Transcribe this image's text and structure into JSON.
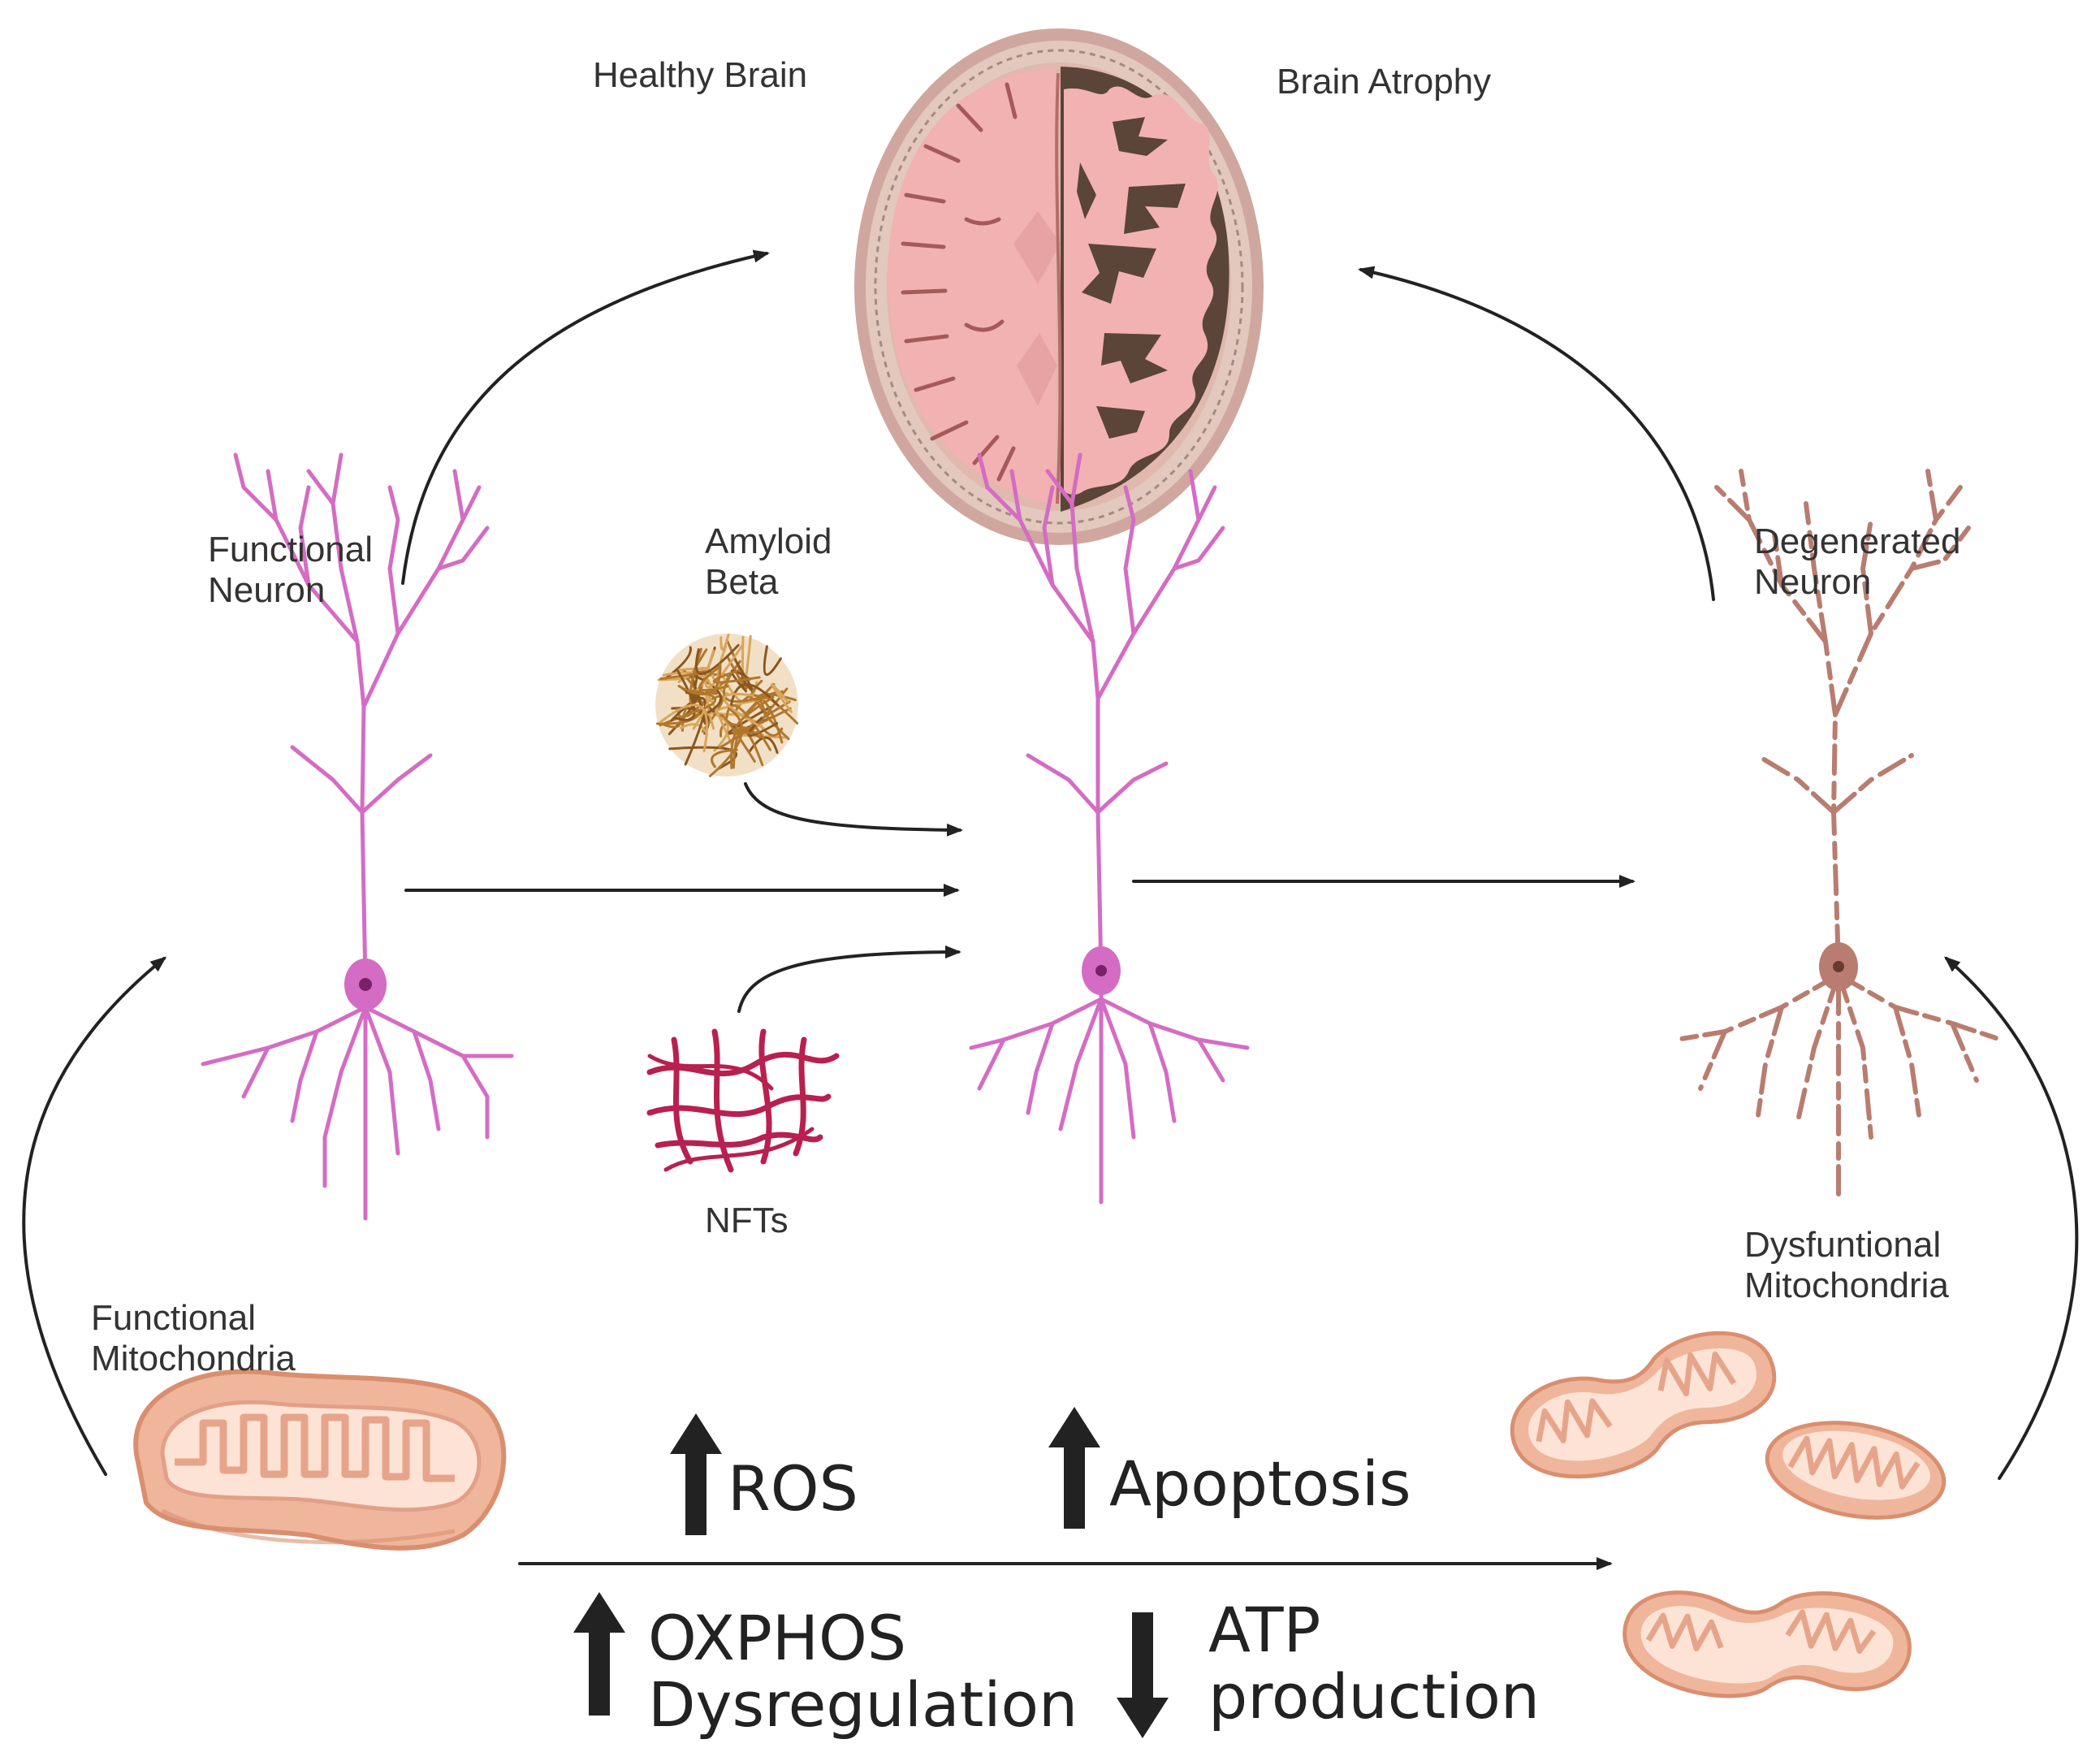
{
  "labels": {
    "healthy_brain": "Healthy Brain",
    "brain_atrophy": "Brain Atrophy",
    "functional_neuron": [
      "Functional",
      "Neuron"
    ],
    "amyloid_beta": [
      "Amyloid",
      "Beta"
    ],
    "degenerated_neuron": [
      "Degenerated",
      "Neuron"
    ],
    "nfts": "NFTs",
    "functional_mitochondria": [
      "Functional",
      "Mitochondria"
    ],
    "dysfunctional_mitochondria": [
      "Dysfuntional",
      "Mitochondria"
    ]
  },
  "effects": {
    "ros": {
      "direction": "up",
      "label": "ROS"
    },
    "apoptosis": {
      "direction": "up",
      "label": "Apoptosis"
    },
    "oxphos": {
      "direction": "up",
      "label": [
        "OXPHOS",
        "Dysregulation"
      ]
    },
    "atp": {
      "direction": "down",
      "label": [
        "ATP",
        "production"
      ]
    }
  },
  "colors": {
    "healthy_neuron": "#d46cc4",
    "degenerated_neuron": "#b87d70",
    "brain_tissue": "#f3b3b3",
    "brain_atrophy_space": "#5a4538",
    "mitochondria_outer": "#f2b49a",
    "amyloid": "#b0772c",
    "nft": "#b8204f",
    "arrow": "#222222"
  }
}
